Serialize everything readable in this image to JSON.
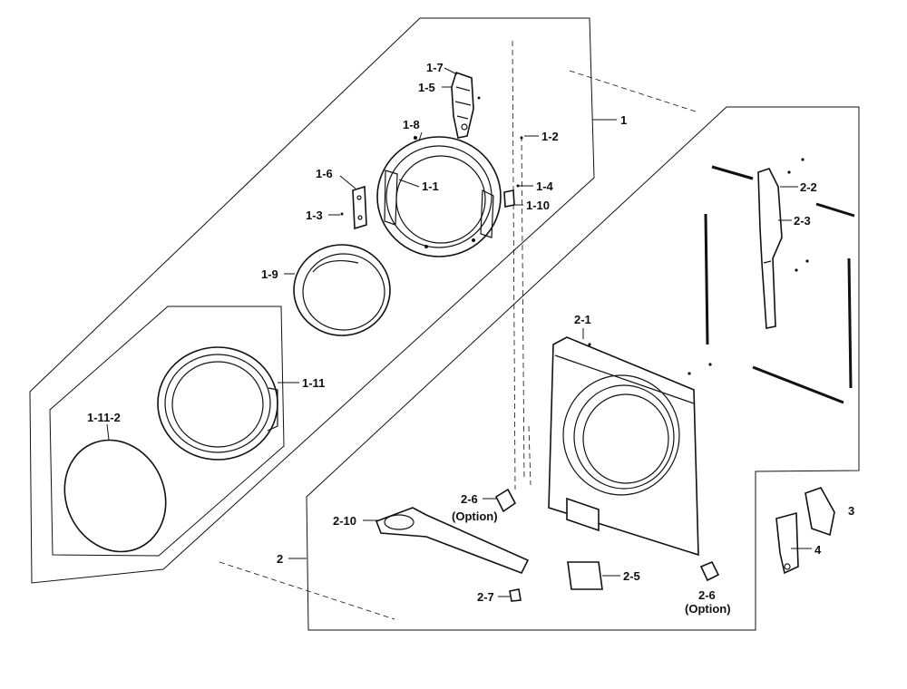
{
  "callouts": {
    "c1_7": "1-7",
    "c1_5": "1-5",
    "c1": "1",
    "c1_8": "1-8",
    "c1_2": "1-2",
    "c1_6": "1-6",
    "c1_1": "1-1",
    "c1_4": "1-4",
    "c1_10": "1-10",
    "c1_3": "1-3",
    "c1_9": "1-9",
    "c1_11": "1-11",
    "c1_11_2": "1-11-2",
    "c2_2": "2-2",
    "c2_3": "2-3",
    "c2_1": "2-1",
    "c2_6a": "2-6",
    "opt_a": "(Option)",
    "c2_10": "2-10",
    "c2": "2",
    "c2_5": "2-5",
    "c2_7": "2-7",
    "c2_6b": "2-6",
    "opt_b": "(Option)",
    "c3": "3",
    "c4": "4"
  }
}
